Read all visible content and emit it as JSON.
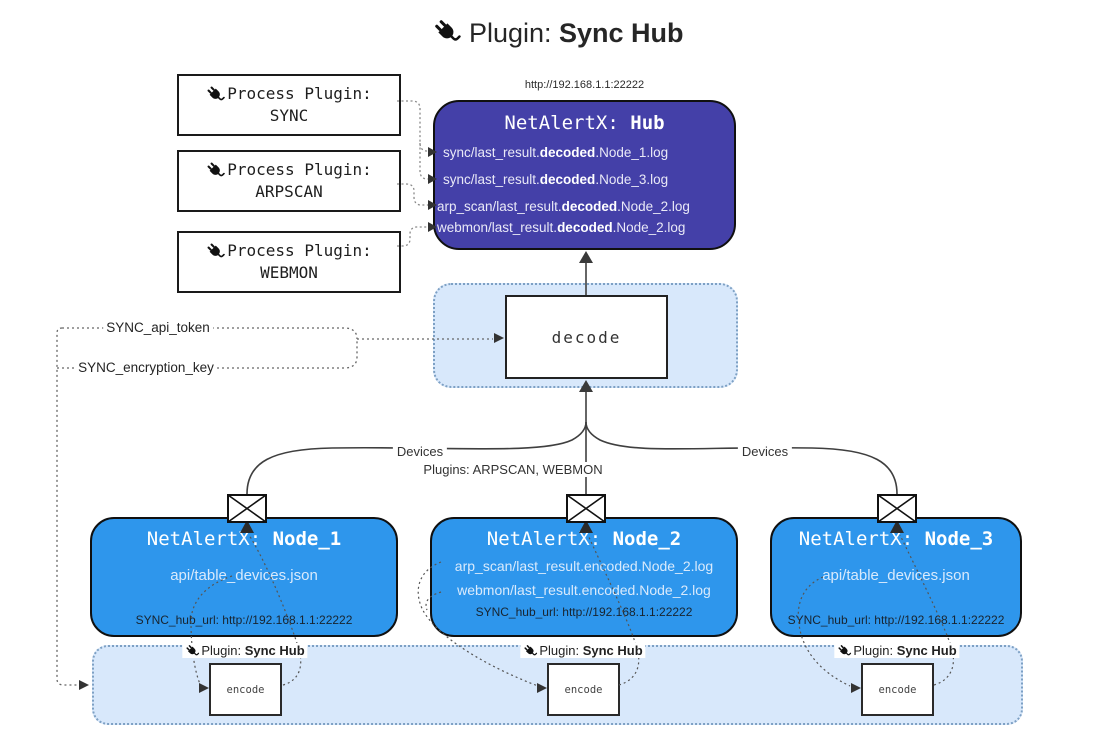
{
  "title": {
    "prefix": "Plugin: ",
    "bold": "Sync Hub"
  },
  "process_plugins": [
    {
      "label": "Process Plugin:",
      "name": "SYNC"
    },
    {
      "label": "Process Plugin:",
      "name": "ARPSCAN"
    },
    {
      "label": "Process Plugin:",
      "name": "WEBMON"
    }
  ],
  "hub": {
    "url_label": "http://192.168.1.1:22222",
    "name_prefix": "NetAlertX: ",
    "name_bold": "Hub",
    "logs": [
      {
        "pre": "sync/last_result.",
        "bold": "decoded",
        "post": ".Node_1.log"
      },
      {
        "pre": "sync/last_result.",
        "bold": "decoded",
        "post": ".Node_3.log"
      },
      {
        "pre": "arp_scan/last_result.",
        "bold": "decoded",
        "post": ".Node_2.log"
      },
      {
        "pre": "webmon/last_result.",
        "bold": "decoded",
        "post": ".Node_2.log"
      }
    ]
  },
  "decode": {
    "label": "decode"
  },
  "settings": {
    "api_token": "SYNC_api_token",
    "encryption_key": "SYNC_encryption_key"
  },
  "edges": {
    "devices_left": "Devices",
    "plugins_middle": "Plugins: ARPSCAN, WEBMON",
    "devices_right": "Devices"
  },
  "nodes": [
    {
      "name_prefix": "NetAlertX: ",
      "name_bold": "Node_1",
      "lines": [
        "api/table_devices.json"
      ],
      "hub_url": "SYNC_hub_url: http://192.168.1.1:22222"
    },
    {
      "name_prefix": "NetAlertX: ",
      "name_bold": "Node_2",
      "lines": [
        "arp_scan/last_result.encoded.Node_2.log",
        "webmon/last_result.encoded.Node_2.log"
      ],
      "hub_url": "SYNC_hub_url: http://192.168.1.1:22222"
    },
    {
      "name_prefix": "NetAlertX: ",
      "name_bold": "Node_3",
      "lines": [
        "api/table_devices.json"
      ],
      "hub_url": "SYNC_hub_url: http://192.168.1.1:22222"
    }
  ],
  "encoder": {
    "plugin_prefix": "Plugin: ",
    "plugin_bold": "Sync Hub",
    "box_label": "encode"
  },
  "colors": {
    "hub_bg": "#4440a8",
    "node_bg": "#2e96ec",
    "panel_bg": "#d8e8fb",
    "panel_border": "#7da0c4"
  }
}
